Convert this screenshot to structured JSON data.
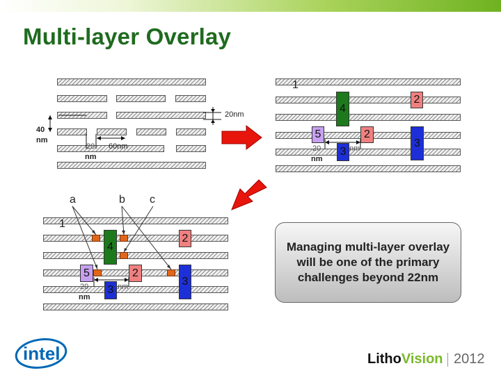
{
  "title": "Multi-layer Overlay",
  "diagram1": {
    "pitch_label": "20nm",
    "height_label_line1": "40",
    "height_label_line2": "nm",
    "space_label_num": "20",
    "space_label_unit": "nm",
    "width_label": "60nm"
  },
  "diagram2": {
    "layer_label": "1",
    "via4": "4",
    "via2a": "2",
    "via5": "5",
    "via2b": "2",
    "via3a": "3",
    "via3b": "3",
    "dim_num": "20",
    "dim_unit": "nm",
    "dim_hidden": "nm"
  },
  "diagram3": {
    "label_a": "a",
    "label_b": "b",
    "label_c": "c",
    "layer_label": "1",
    "via4": "4",
    "via2a": "2",
    "via5": "5",
    "via2b": "2",
    "via3a": "3",
    "via3b": "3",
    "dim_num": "20",
    "dim_unit": "nm",
    "dim_hidden": "nm"
  },
  "callout": "Managing multi-layer overlay will be one of the primary challenges beyond 22nm",
  "footer": {
    "logo_text": "intel",
    "brand_litho": "Litho",
    "brand_vision": "Vision",
    "year": "2012"
  },
  "colors": {
    "title": "#1f6b1f",
    "via4": "#1c7a1c",
    "via2": "#f08080",
    "via5": "#c7a0f0",
    "via3": "#1d2fd6",
    "pad": "#e0661c",
    "arrow": "#e8150c"
  }
}
